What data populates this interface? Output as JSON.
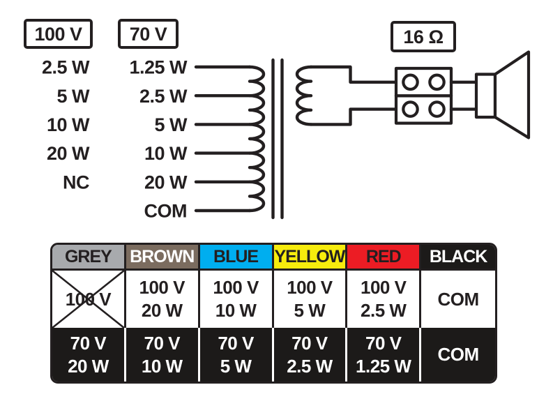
{
  "diagram": {
    "line_color": "#231F20",
    "tap_column_100v": {
      "header": "100 V",
      "rows": [
        "2.5 W",
        "5 W",
        "10 W",
        "20 W",
        "NC"
      ]
    },
    "tap_column_70v": {
      "header": "70 V",
      "rows": [
        "1.25 W",
        "2.5 W",
        "5 W",
        "10 W",
        "20 W",
        "COM"
      ]
    },
    "impedance_label": "16 Ω"
  },
  "wire_table": {
    "row_70v_bg": "#1C1A19",
    "columns": [
      {
        "header": "GREY",
        "header_bg": "#A8AAAD",
        "header_fg": "#231F20",
        "row_100v_line1": "100 V",
        "row_100v_line2": "",
        "row_100v_crossed": true,
        "row_70v_line1": "70 V",
        "row_70v_line2": "20 W"
      },
      {
        "header": "BROWN",
        "header_bg": "#7B6C5F",
        "header_fg": "#FFFFFF",
        "row_100v_line1": "100 V",
        "row_100v_line2": "20 W",
        "row_100v_crossed": false,
        "row_70v_line1": "70 V",
        "row_70v_line2": "10 W"
      },
      {
        "header": "BLUE",
        "header_bg": "#00AEEF",
        "header_fg": "#231F20",
        "row_100v_line1": "100 V",
        "row_100v_line2": "10 W",
        "row_100v_crossed": false,
        "row_70v_line1": "70 V",
        "row_70v_line2": "5 W"
      },
      {
        "header": "YELLOW",
        "header_bg": "#F7EC0D",
        "header_fg": "#231F20",
        "row_100v_line1": "100 V",
        "row_100v_line2": "5 W",
        "row_100v_crossed": false,
        "row_70v_line1": "70 V",
        "row_70v_line2": "2.5 W"
      },
      {
        "header": "RED",
        "header_bg": "#EC1C24",
        "header_fg": "#231F20",
        "row_100v_line1": "100 V",
        "row_100v_line2": "2.5 W",
        "row_100v_crossed": false,
        "row_70v_line1": "70 V",
        "row_70v_line2": "1.25 W"
      },
      {
        "header": "BLACK",
        "header_bg": "#1C1A19",
        "header_fg": "#FFFFFF",
        "row_100v_line1": "COM",
        "row_100v_line2": "",
        "row_100v_crossed": false,
        "row_70v_line1": "COM",
        "row_70v_line2": ""
      }
    ]
  }
}
